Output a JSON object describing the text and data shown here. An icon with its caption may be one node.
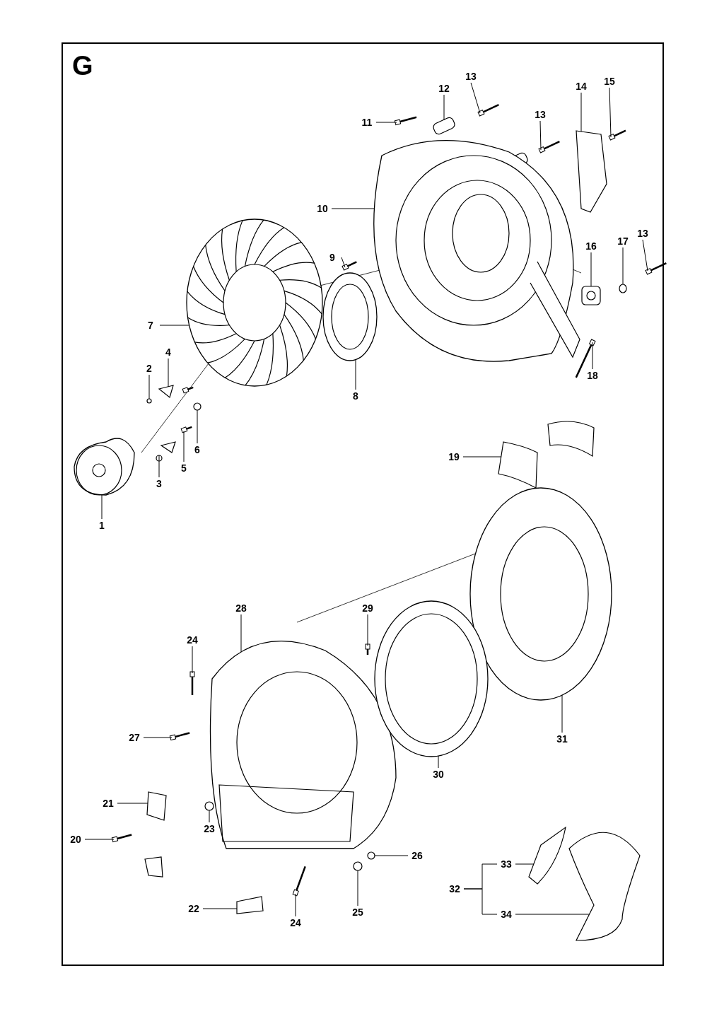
{
  "diagram": {
    "title": "G",
    "nodes": [
      {
        "text": [
          "13"
        ]
      },
      {
        "text": [
          "15"
        ]
      },
      {
        "text": [
          "14"
        ]
      },
      {
        "text": [
          "12"
        ]
      },
      {
        "text": [
          "13"
        ]
      },
      {
        "text": [
          "11"
        ]
      },
      {
        "text": [
          "10"
        ]
      },
      {
        "text": [
          "13"
        ]
      },
      {
        "text": [
          "17"
        ]
      },
      {
        "text": [
          "16"
        ]
      },
      {
        "text": [
          "9"
        ]
      },
      {
        "text": [
          "7"
        ]
      },
      {
        "text": [
          "4"
        ]
      },
      {
        "text": [
          "2"
        ]
      },
      {
        "text": [
          "18"
        ]
      },
      {
        "text": [
          "8"
        ]
      },
      {
        "text": [
          "6"
        ]
      },
      {
        "text": [
          "19"
        ]
      },
      {
        "text": [
          "5"
        ]
      },
      {
        "text": [
          "3"
        ]
      },
      {
        "text": [
          "1"
        ]
      },
      {
        "text": [
          "28"
        ]
      },
      {
        "text": [
          "29"
        ]
      },
      {
        "text": [
          "24"
        ]
      },
      {
        "text": [
          "27"
        ]
      },
      {
        "text": [
          "31"
        ]
      },
      {
        "text": [
          "30"
        ]
      },
      {
        "text": [
          "21"
        ]
      },
      {
        "text": [
          "23"
        ]
      },
      {
        "text": [
          "20"
        ]
      },
      {
        "text": [
          "26"
        ]
      },
      {
        "text": [
          "33"
        ]
      },
      {
        "text": [
          "32"
        ]
      },
      {
        "text": [
          "22"
        ]
      },
      {
        "text": [
          "34"
        ]
      },
      {
        "text": [
          "25"
        ]
      },
      {
        "text": [
          "24"
        ]
      },
      {
        "text": [],
        "shape": "picture"
      },
      {
        "text": [],
        "shape": "picture"
      },
      {
        "text": [],
        "shape": "picture"
      },
      {
        "text": [],
        "shape": "box"
      },
      {
        "text": [],
        "shape": "picture"
      },
      {
        "text": [],
        "shape": "picture"
      },
      {
        "text": [],
        "shape": "picture"
      },
      {
        "text": [],
        "shape": "picture"
      },
      {
        "text": [],
        "shape": "circle"
      },
      {
        "text": [],
        "shape": "picture"
      },
      {
        "text": [],
        "shape": "picture"
      },
      {
        "text": [],
        "shape": "picture"
      },
      {
        "text": [],
        "shape": "picture"
      },
      {
        "text": [],
        "shape": "circle"
      },
      {
        "text": [],
        "shape": "picture"
      },
      {
        "text": [],
        "shape": "picture"
      },
      {
        "text": [],
        "shape": "circle"
      },
      {
        "text": [],
        "shape": "picture"
      },
      {
        "text": [],
        "shape": "picture"
      },
      {
        "text": [],
        "shape": "circle"
      },
      {
        "text": [],
        "shape": "picture"
      },
      {
        "text": [],
        "shape": "picture"
      },
      {
        "text": [],
        "shape": "picture"
      },
      {
        "text": [],
        "shape": "picture"
      },
      {
        "text": [],
        "shape": "picture"
      },
      {
        "text": [],
        "shape": "picture"
      },
      {
        "text": [],
        "shape": "picture"
      },
      {
        "text": [],
        "shape": "box"
      },
      {
        "text": [],
        "shape": "circle"
      },
      {
        "text": [],
        "shape": "picture"
      },
      {
        "text": [],
        "shape": "circle"
      },
      {
        "text": [],
        "shape": "picture"
      },
      {
        "text": [],
        "shape": "box"
      },
      {
        "text": [],
        "shape": "picture"
      },
      {
        "text": [],
        "shape": "circle"
      },
      {
        "text": [],
        "shape": "picture"
      }
    ],
    "edges": [
      {
        "from": 0,
        "to": 37,
        "arrow": "none"
      },
      {
        "from": 1,
        "to": 38,
        "arrow": "none"
      },
      {
        "from": 2,
        "to": 39,
        "arrow": "none"
      },
      {
        "from": 3,
        "to": 40,
        "arrow": "none"
      },
      {
        "from": 4,
        "to": 41,
        "arrow": "none"
      },
      {
        "from": 5,
        "to": 42,
        "arrow": "none"
      },
      {
        "from": 6,
        "to": 43,
        "arrow": "none"
      },
      {
        "from": 7,
        "to": 44,
        "arrow": "none"
      },
      {
        "from": 8,
        "to": 45,
        "arrow": "none"
      },
      {
        "from": 9,
        "to": 46,
        "arrow": "none"
      },
      {
        "from": 10,
        "to": 47,
        "arrow": "none"
      },
      {
        "from": 11,
        "to": 48,
        "arrow": "none"
      },
      {
        "from": 12,
        "to": 49,
        "arrow": "none"
      },
      {
        "from": 13,
        "to": 50,
        "arrow": "none"
      },
      {
        "from": 14,
        "to": 51,
        "arrow": "none"
      },
      {
        "from": 15,
        "to": 52,
        "arrow": "none"
      },
      {
        "from": 16,
        "to": 53,
        "arrow": "none"
      },
      {
        "from": 17,
        "to": 54,
        "arrow": "none"
      },
      {
        "from": 18,
        "to": 55,
        "arrow": "none"
      },
      {
        "from": 19,
        "to": 56,
        "arrow": "none"
      },
      {
        "from": 20,
        "to": 57,
        "arrow": "none"
      },
      {
        "from": 21,
        "to": 58,
        "arrow": "none"
      },
      {
        "from": 22,
        "to": 59,
        "arrow": "none"
      },
      {
        "from": 23,
        "to": 60,
        "arrow": "none"
      },
      {
        "from": 24,
        "to": 61,
        "arrow": "none"
      },
      {
        "from": 25,
        "to": 62,
        "arrow": "none"
      },
      {
        "from": 26,
        "to": 63,
        "arrow": "none"
      },
      {
        "from": 27,
        "to": 64,
        "arrow": "none"
      },
      {
        "from": 28,
        "to": 65,
        "arrow": "none"
      },
      {
        "from": 29,
        "to": 66,
        "arrow": "none"
      },
      {
        "from": 30,
        "to": 67,
        "arrow": "none"
      },
      {
        "from": 31,
        "to": 68,
        "arrow": "none"
      },
      {
        "from": 33,
        "to": 69,
        "arrow": "none"
      },
      {
        "from": 34,
        "to": 70,
        "arrow": "none"
      },
      {
        "from": 35,
        "to": 71,
        "arrow": "none"
      },
      {
        "from": 36,
        "to": 72,
        "arrow": "none"
      },
      {
        "from": 32,
        "to": 31,
        "arrow": "none"
      },
      {
        "from": 32,
        "to": 34,
        "arrow": "none"
      }
    ]
  }
}
